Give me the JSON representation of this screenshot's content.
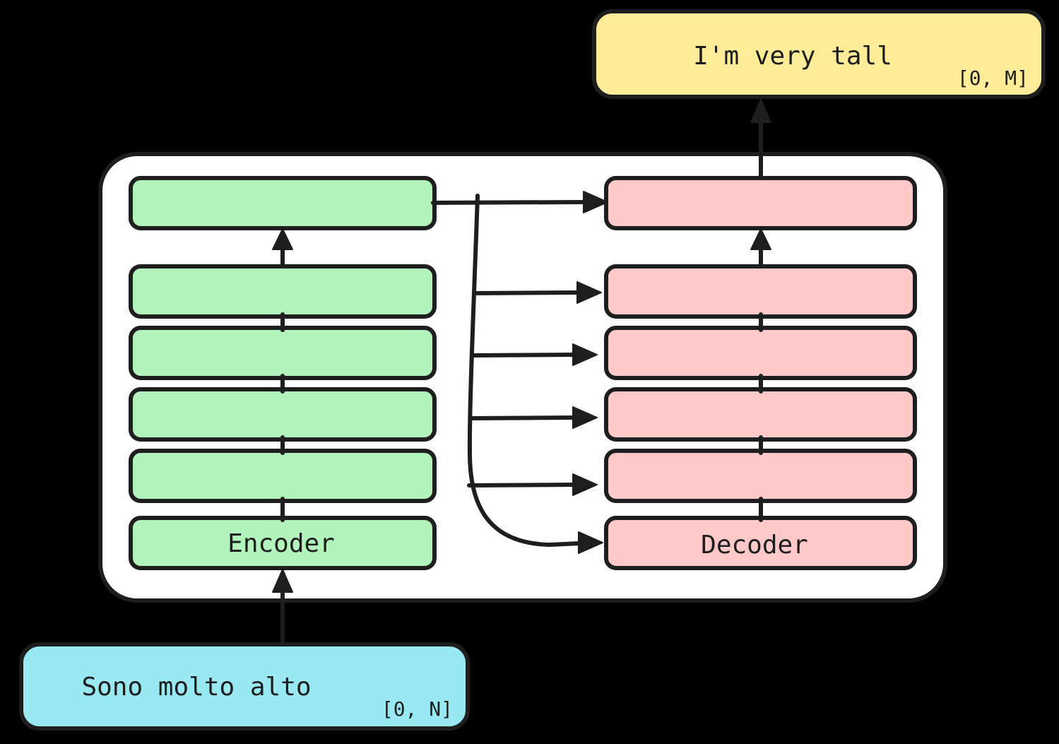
{
  "colors": {
    "background": "#000000",
    "container_fill": "#ffffff",
    "stroke": "#1e1e1e",
    "encoder_fill": "#b2f2bb",
    "decoder_fill": "#ffc9c9",
    "output_fill": "#ffec99",
    "input_fill": "#99e9f2"
  },
  "diagram": {
    "output_box": {
      "label": "I'm very tall",
      "range": "[0, M]"
    },
    "input_box": {
      "label": "Sono molto alto",
      "range": "[0, N]"
    },
    "encoder": {
      "label": "Encoder",
      "layer_count": "6"
    },
    "decoder": {
      "label": "Decoder",
      "layer_count": "6"
    }
  }
}
